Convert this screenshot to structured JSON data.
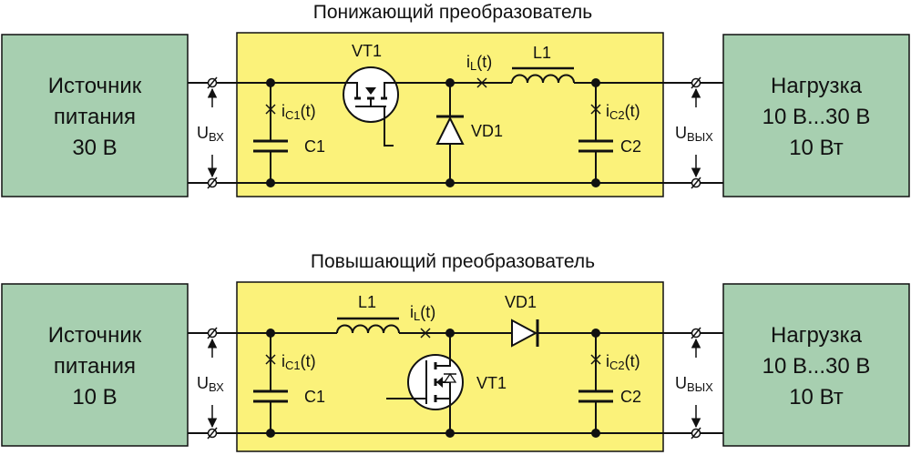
{
  "buck": {
    "title": "Понижающий преобразователь",
    "source": {
      "line1": "Источник",
      "line2": "питания",
      "line3": "30 В"
    },
    "load": {
      "line1": "Нагрузка",
      "line2": "10 В...30 В",
      "line3": "10 Вт"
    },
    "uin": {
      "main": "U",
      "sub": "ВХ"
    },
    "uout": {
      "main": "U",
      "sub": "ВЫХ"
    },
    "ic1": {
      "main": "i",
      "sub": "C1",
      "tail": "(t)"
    },
    "ic2": {
      "main": "i",
      "sub": "C2",
      "tail": "(t)"
    },
    "il": {
      "main": "i",
      "sub": "L",
      "tail": "(t)"
    },
    "c1": "C1",
    "c2": "C2",
    "vt1": "VT1",
    "vd1": "VD1",
    "l1": "L1"
  },
  "boost": {
    "title": "Повышающий преобразователь",
    "source": {
      "line1": "Источник",
      "line2": "питания",
      "line3": "10 В"
    },
    "load": {
      "line1": "Нагрузка",
      "line2": "10 В...30 В",
      "line3": "10 Вт"
    },
    "uin": {
      "main": "U",
      "sub": "ВХ"
    },
    "uout": {
      "main": "U",
      "sub": "ВЫХ"
    },
    "ic1": {
      "main": "i",
      "sub": "C1",
      "tail": "(t)"
    },
    "ic2": {
      "main": "i",
      "sub": "C2",
      "tail": "(t)"
    },
    "il": {
      "main": "i",
      "sub": "L",
      "tail": "(t)"
    },
    "c1": "C1",
    "c2": "C2",
    "vt1": "VT1",
    "vd1": "VD1",
    "l1": "L1"
  },
  "colors": {
    "block": "#a7cfb0",
    "board": "#fbf27a",
    "line": "#111111"
  }
}
